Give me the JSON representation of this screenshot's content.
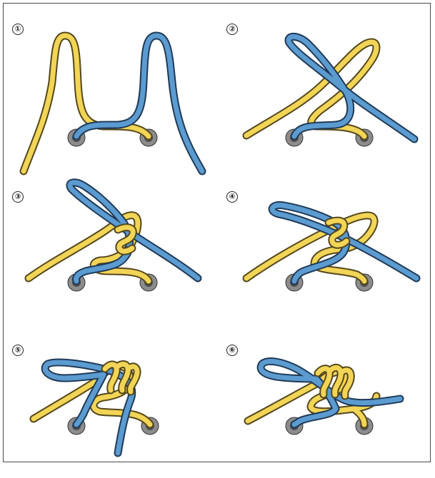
{
  "steps": [
    {
      "number": "①"
    },
    {
      "number": "②"
    },
    {
      "number": "③"
    },
    {
      "number": "④"
    },
    {
      "number": "⑤"
    },
    {
      "number": "⑥"
    }
  ],
  "colors": {
    "yellow_lace": "#f2d556",
    "yellow_outline": "#55471c",
    "blue_lace": "#5b9bd0",
    "blue_outline": "#1f3a57",
    "eyelet_ring": "#8c8c8c",
    "eyelet_hole": "#4f4f4f",
    "frame_border": "#4a4a4a"
  }
}
